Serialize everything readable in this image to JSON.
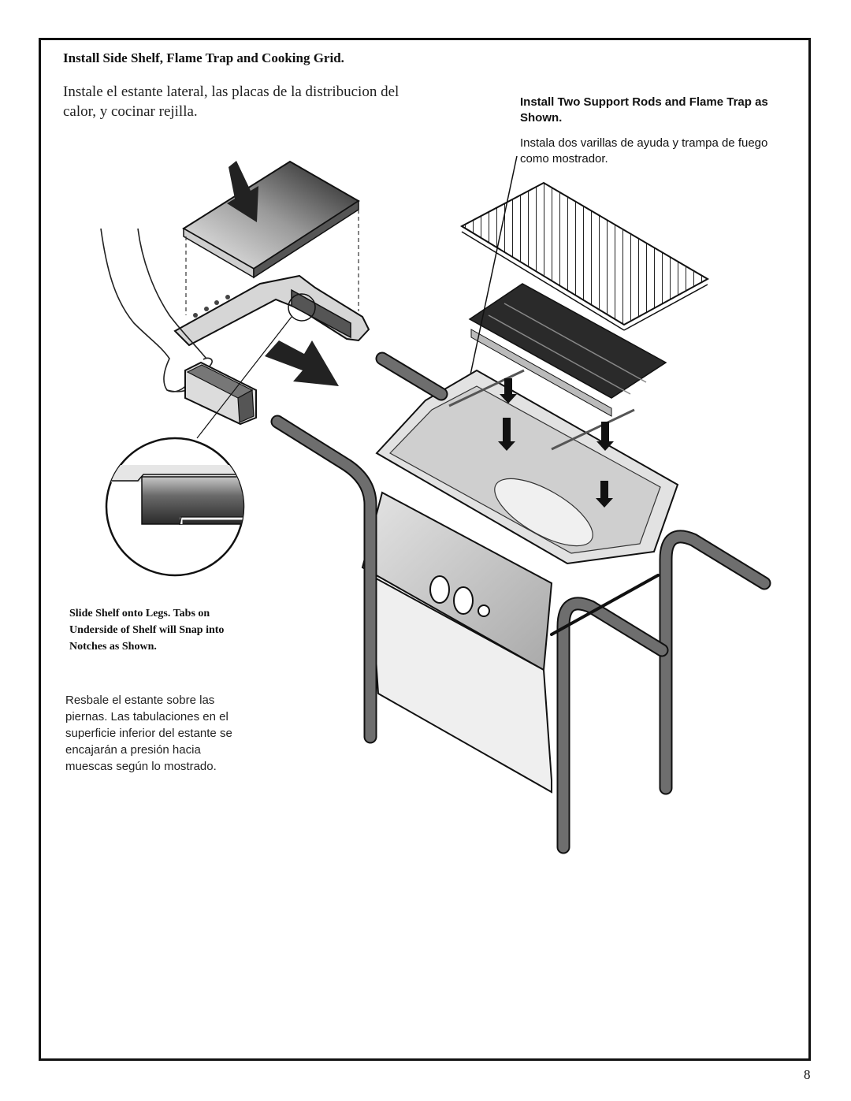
{
  "heading": {
    "title": "Install Side Shelf, Flame Trap and Cooking Grid.",
    "subtitle": "Instale el estante lateral, las placas de la distribucion del calor, y cocinar rejilla."
  },
  "callouts": {
    "support_rods_en": "Install Two Support Rods and Flame Trap as Shown.",
    "support_rods_es": "Instala dos varillas de ayuda y trampa de fuego como mostrador.",
    "slide_shelf_en": "Slide Shelf onto Legs. Tabs on Underside of Shelf will Snap into Notches as Shown.",
    "slide_shelf_es": "Resbale el estante sobre las piernas. Las tabulaciones en el superficie inferior del estante se encajarán a presión hacia muescas según lo mostrado."
  },
  "page": {
    "number": "8"
  },
  "colors": {
    "frame": "#111111",
    "metal_dark": "#4d4d4d",
    "metal_light": "#d9d9d9",
    "leg": "#6e6e6e"
  }
}
